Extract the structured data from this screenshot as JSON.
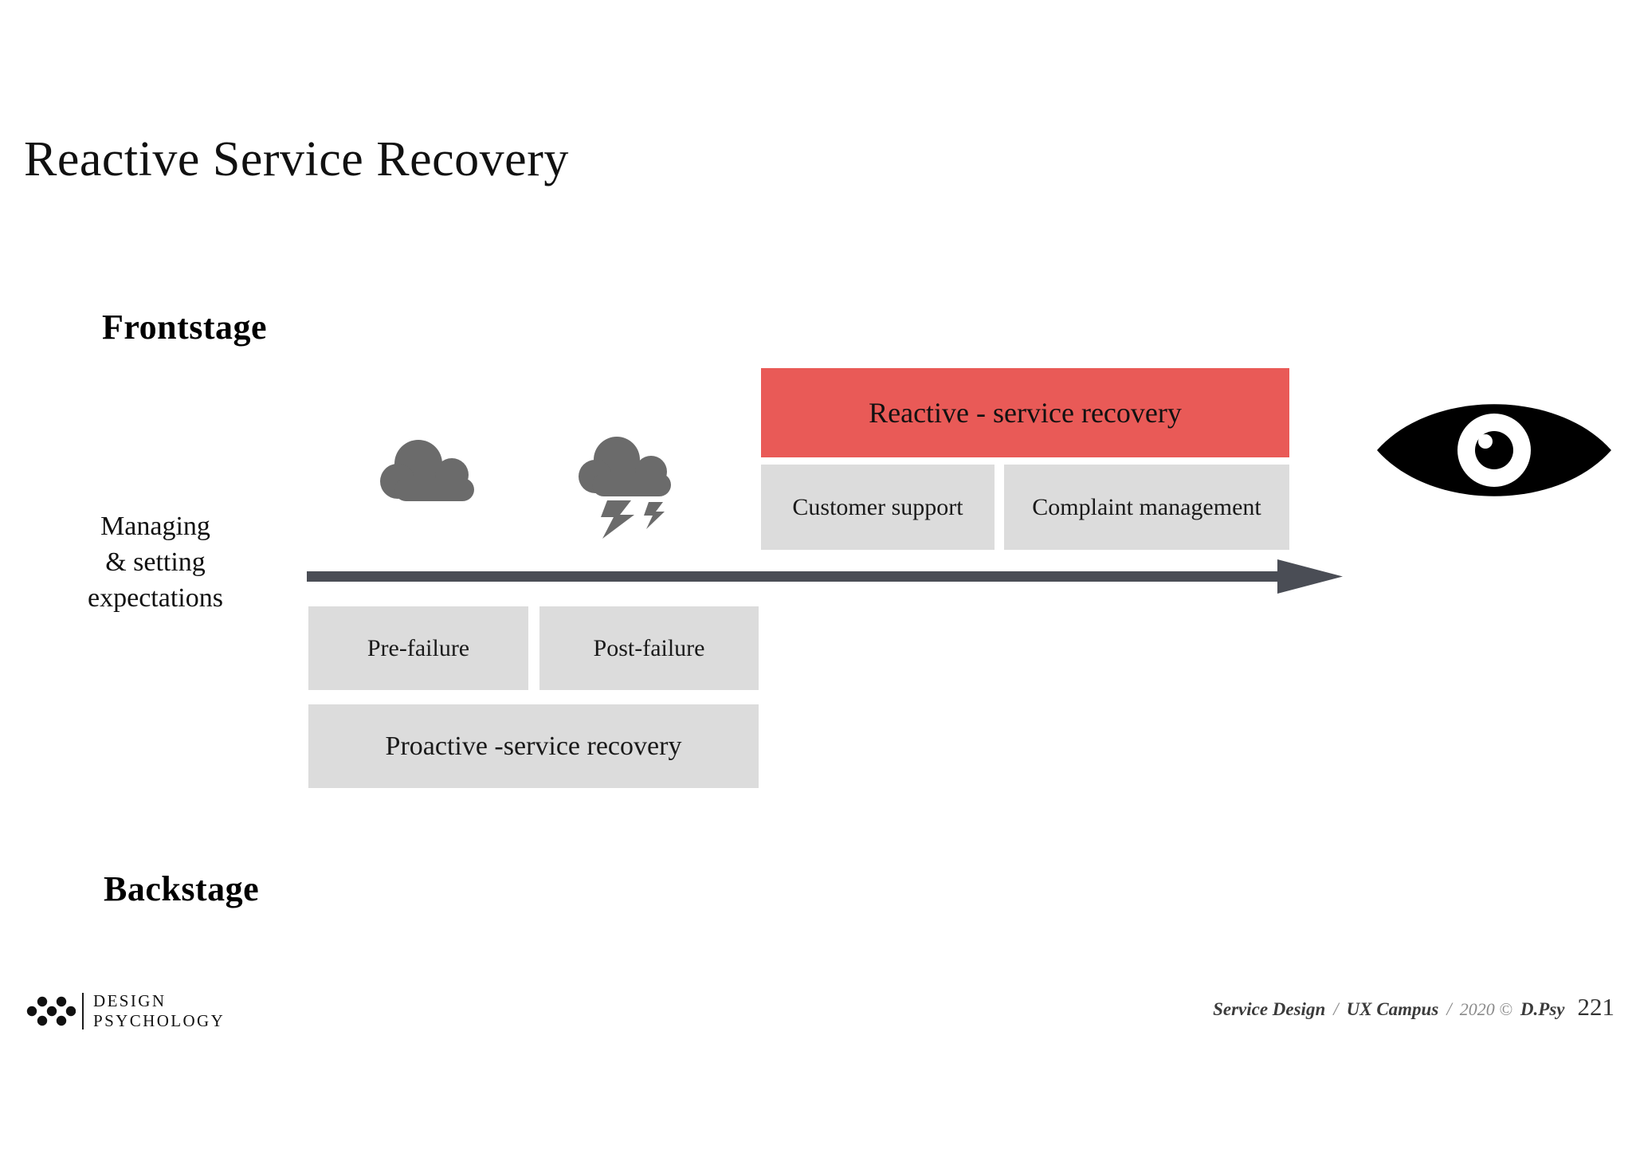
{
  "slide": {
    "title": "Reactive Service Recovery",
    "background_color": "#FFFFFF"
  },
  "stages": {
    "frontstage_label": "Frontstage",
    "backstage_label": "Backstage"
  },
  "axis": {
    "caption_line1": "Managing",
    "caption_line2": "& setting",
    "caption_line3": "expectations",
    "arrow_direction": "right",
    "arrow_color": "#4A4D55"
  },
  "icons": {
    "cloud": "cloud-icon",
    "storm_cloud": "storm-cloud-icon",
    "eye": "eye-icon",
    "cloud_color": "#6B6B6B",
    "eye_color": "#000000"
  },
  "boxes": {
    "reactive": {
      "label": "Reactive - service recovery",
      "color": "#E95A57",
      "band": "frontstage"
    },
    "customer_support": {
      "label": "Customer support",
      "color": "#DCDCDC",
      "band": "frontstage"
    },
    "complaint_management": {
      "label": "Complaint management",
      "color": "#DCDCDC",
      "band": "frontstage"
    },
    "pre_failure": {
      "label": "Pre-failure",
      "color": "#DCDCDC",
      "band": "backstage"
    },
    "post_failure": {
      "label": "Post-failure",
      "color": "#DCDCDC",
      "band": "backstage"
    },
    "proactive": {
      "label": "Proactive -service recovery",
      "color": "#DCDCDC",
      "band": "backstage"
    }
  },
  "footer": {
    "logo": {
      "icon": "dot-grid-logo-icon",
      "line1": "DESIGN",
      "line2": "PSYCHOLOGY"
    },
    "credits": {
      "course": "Service Design",
      "separator1": "/",
      "program": "UX Campus",
      "separator2": "/",
      "year": "2020 ©",
      "author": "D.Psy",
      "page_number": "221"
    }
  }
}
